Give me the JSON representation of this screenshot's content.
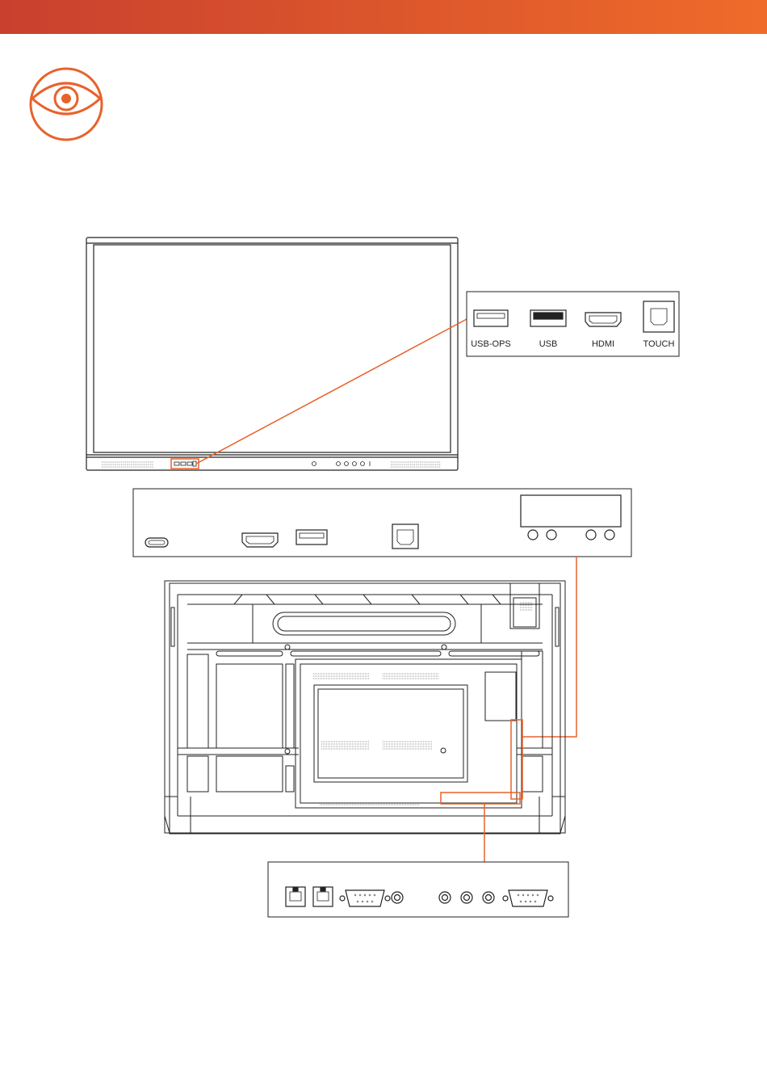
{
  "colors": {
    "accent": "#E8622C",
    "header_start": "#C9402E",
    "header_end": "#EE6B2A",
    "line": "#222222"
  },
  "icons": {
    "header_icon": "eye-icon"
  },
  "front_ports": {
    "labels": [
      "USB-OPS",
      "USB",
      "HDMI",
      "TOUCH"
    ]
  }
}
